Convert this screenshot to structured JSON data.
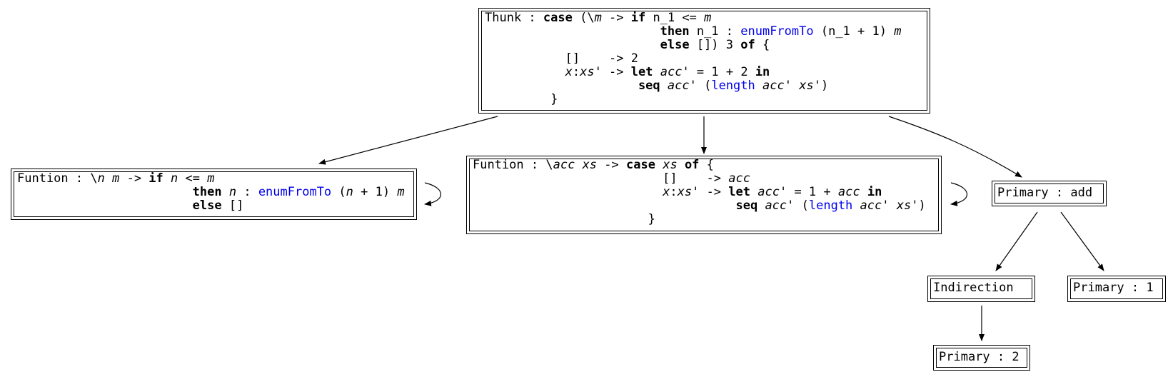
{
  "thunk": {
    "lines": [
      [
        {
          "t": "Thunk : "
        },
        {
          "t": "case",
          "s": "kw"
        },
        {
          "t": " (\\"
        },
        {
          "t": "m",
          "s": "it"
        },
        {
          "t": " -> "
        },
        {
          "t": "if",
          "s": "kw"
        },
        {
          "t": " n_1 <= "
        },
        {
          "t": "m",
          "s": "it"
        }
      ],
      [
        {
          "t": "                        "
        },
        {
          "t": "then",
          "s": "kw"
        },
        {
          "t": " n_1 : "
        },
        {
          "t": "enumFromTo",
          "s": "bl"
        },
        {
          "t": " (n_1 + 1) "
        },
        {
          "t": "m",
          "s": "it"
        }
      ],
      [
        {
          "t": "                        "
        },
        {
          "t": "else",
          "s": "kw"
        },
        {
          "t": " []) 3 "
        },
        {
          "t": "of",
          "s": "kw"
        },
        {
          "t": " {"
        }
      ],
      [
        {
          "t": "           [] "
        },
        {
          "t": "   -> 2"
        }
      ],
      [
        {
          "t": "           "
        },
        {
          "t": "x",
          "s": "it"
        },
        {
          "t": ":"
        },
        {
          "t": "xs",
          "s": "it"
        },
        {
          "t": "' -> "
        },
        {
          "t": "let",
          "s": "kw"
        },
        {
          "t": " "
        },
        {
          "t": "acc",
          "s": "it"
        },
        {
          "t": "' = 1 + 2 "
        },
        {
          "t": "in",
          "s": "kw"
        }
      ],
      [
        {
          "t": "                     "
        },
        {
          "t": "seq",
          "s": "kw"
        },
        {
          "t": " "
        },
        {
          "t": "acc",
          "s": "it"
        },
        {
          "t": "' ("
        },
        {
          "t": "length",
          "s": "bl"
        },
        {
          "t": " "
        },
        {
          "t": "acc",
          "s": "it"
        },
        {
          "t": "' "
        },
        {
          "t": "xs",
          "s": "it"
        },
        {
          "t": "')"
        }
      ],
      [
        {
          "t": "         }"
        }
      ]
    ]
  },
  "fun1": {
    "lines": [
      [
        {
          "t": "Funtion : \\"
        },
        {
          "t": "n",
          "s": "it"
        },
        {
          "t": " "
        },
        {
          "t": "m",
          "s": "it"
        },
        {
          "t": " -> "
        },
        {
          "t": "if",
          "s": "kw"
        },
        {
          "t": " "
        },
        {
          "t": "n",
          "s": "it"
        },
        {
          "t": " <= "
        },
        {
          "t": "m",
          "s": "it"
        }
      ],
      [
        {
          "t": "                        "
        },
        {
          "t": "then",
          "s": "kw"
        },
        {
          "t": " "
        },
        {
          "t": "n",
          "s": "it"
        },
        {
          "t": " : "
        },
        {
          "t": "enumFromTo",
          "s": "bl"
        },
        {
          "t": " ("
        },
        {
          "t": "n",
          "s": "it"
        },
        {
          "t": " + 1) "
        },
        {
          "t": "m",
          "s": "it"
        }
      ],
      [
        {
          "t": "                        "
        },
        {
          "t": "else",
          "s": "kw"
        },
        {
          "t": " []"
        }
      ]
    ]
  },
  "fun2": {
    "lines": [
      [
        {
          "t": "Funtion : \\"
        },
        {
          "t": "acc",
          "s": "it"
        },
        {
          "t": " "
        },
        {
          "t": "xs",
          "s": "it"
        },
        {
          "t": " -> "
        },
        {
          "t": "case",
          "s": "kw"
        },
        {
          "t": " "
        },
        {
          "t": "xs",
          "s": "it"
        },
        {
          "t": " "
        },
        {
          "t": "of",
          "s": "kw"
        },
        {
          "t": " {"
        }
      ],
      [
        {
          "t": "                          [] "
        },
        {
          "t": "   -> "
        },
        {
          "t": "acc",
          "s": "it"
        }
      ],
      [
        {
          "t": "                          "
        },
        {
          "t": "x",
          "s": "it"
        },
        {
          "t": ":"
        },
        {
          "t": "xs",
          "s": "it"
        },
        {
          "t": "' -> "
        },
        {
          "t": "let",
          "s": "kw"
        },
        {
          "t": " "
        },
        {
          "t": "acc",
          "s": "it"
        },
        {
          "t": "' = 1 + "
        },
        {
          "t": "acc",
          "s": "it"
        },
        {
          "t": " "
        },
        {
          "t": "in",
          "s": "kw"
        }
      ],
      [
        {
          "t": "                                    "
        },
        {
          "t": "seq",
          "s": "kw"
        },
        {
          "t": " "
        },
        {
          "t": "acc",
          "s": "it"
        },
        {
          "t": "' ("
        },
        {
          "t": "length",
          "s": "bl"
        },
        {
          "t": " "
        },
        {
          "t": "acc",
          "s": "it"
        },
        {
          "t": "' "
        },
        {
          "t": "xs",
          "s": "it"
        },
        {
          "t": "')"
        }
      ],
      [
        {
          "t": "                        }"
        }
      ]
    ]
  },
  "primary_add": "Primary : add",
  "indirection": "Indirection",
  "primary_1": "Primary : 1",
  "primary_2": "Primary : 2"
}
